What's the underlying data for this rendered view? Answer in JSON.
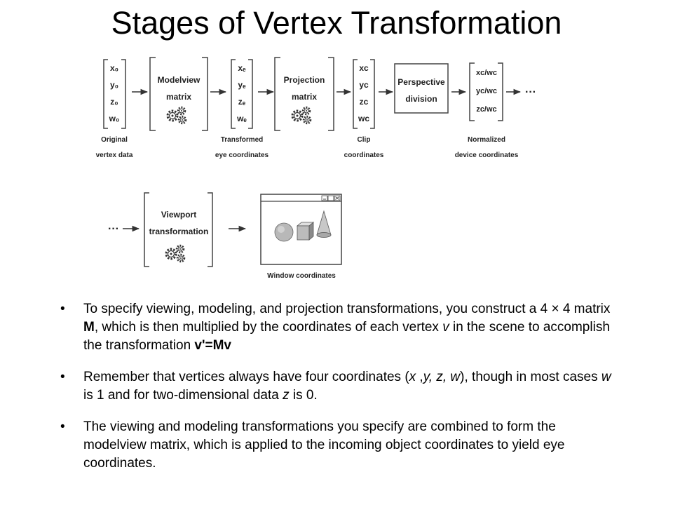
{
  "title": "Stages of Vertex Transformation",
  "diagram": {
    "original": {
      "vec": [
        "x₀",
        "y₀",
        "z₀",
        "w₀"
      ],
      "caption": [
        "Original",
        "vertex data"
      ]
    },
    "modelview": {
      "label": [
        "Modelview",
        "matrix"
      ]
    },
    "eye": {
      "vec": [
        "xₑ",
        "yₑ",
        "zₑ",
        "wₑ"
      ],
      "caption": [
        "Transformed",
        "eye coordinates"
      ]
    },
    "projection": {
      "label": [
        "Projection",
        "matrix"
      ]
    },
    "clip": {
      "vec": [
        "xᴄ",
        "yᴄ",
        "zᴄ",
        "wᴄ"
      ],
      "caption": [
        "Clip",
        "coordinates"
      ]
    },
    "perspective": {
      "label": [
        "Perspective",
        "division"
      ]
    },
    "ndc": {
      "vec": [
        "xᴄ/wᴄ",
        "yᴄ/wᴄ",
        "zᴄ/wᴄ"
      ],
      "caption": [
        "Normalized",
        "device coordinates"
      ]
    },
    "ellipsis": "···",
    "viewport": {
      "label": [
        "Viewport",
        "transformation"
      ]
    },
    "window": {
      "caption": "Window coordinates"
    }
  },
  "bullets": [
    {
      "parts": [
        {
          "t": "To specify viewing, modeling, and projection transformations, you construct a 4 × 4 matrix "
        },
        {
          "t": "M",
          "s": "b"
        },
        {
          "t": ", which is then multiplied by the coordinates of each vertex "
        },
        {
          "t": "v",
          "s": "i"
        },
        {
          "t": " in the scene to accomplish the transformation "
        },
        {
          "t": "v'=Mv",
          "s": "b"
        }
      ]
    },
    {
      "parts": [
        {
          "t": "Remember that vertices always have four coordinates ("
        },
        {
          "t": "x",
          "s": "i"
        },
        {
          "t": " ,"
        },
        {
          "t": "y, z, w",
          "s": "i"
        },
        {
          "t": "), though in most cases "
        },
        {
          "t": "w",
          "s": "i"
        },
        {
          "t": " is 1 and for two-dimensional data "
        },
        {
          "t": "z",
          "s": "i"
        },
        {
          "t": " is 0."
        }
      ]
    },
    {
      "parts": [
        {
          "t": "The viewing and modeling transformations you specify are combined to form the modelview matrix, which is applied to the incoming object coordinates to yield eye coordinates."
        }
      ]
    }
  ]
}
